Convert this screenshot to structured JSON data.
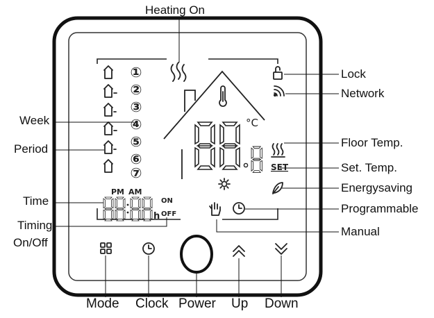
{
  "labels": {
    "heating_on": "Heating On",
    "lock": "Lock",
    "network": "Network",
    "week": "Week",
    "period": "Period",
    "floor_temp": "Floor Temp.",
    "set_temp": "Set. Temp.",
    "energysaving": "Energysaving",
    "time": "Time",
    "programmable": "Programmable",
    "timing_line1": "Timing",
    "timing_line2": "On/Off",
    "manual": "Manual",
    "mode": "Mode",
    "clock": "Clock",
    "power": "Power",
    "up": "Up",
    "down": "Down"
  },
  "lcd": {
    "period_numbers": [
      "①",
      "②",
      "③",
      "④",
      "⑤",
      "⑥",
      "⑦"
    ],
    "pm": "PM",
    "am": "AM",
    "on": "ON",
    "off": "OFF",
    "hour_unit": "h",
    "set": "SET",
    "celsius": "°C"
  },
  "icons": {
    "heating": "heating-waves-icon",
    "lock": "lock-icon",
    "network": "wifi-icon",
    "thermometer": "thermometer-icon",
    "floor": "floor-heating-icon",
    "energy": "leaf-icon",
    "sun": "sun-icon",
    "hand": "hand-icon",
    "program_clock": "clock-icon"
  }
}
